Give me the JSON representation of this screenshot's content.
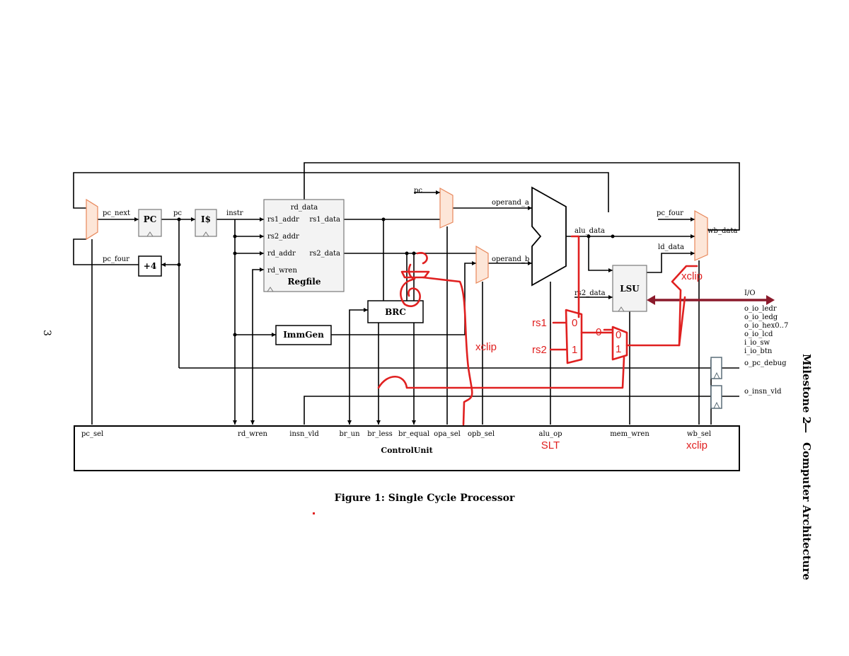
{
  "page_number": "3",
  "running_header": {
    "milestone": "Milestone 2",
    "separator": "—",
    "course": "Computer Architecture"
  },
  "caption": "Figure 1: Single Cycle Processor",
  "blocks": {
    "pc": "PC",
    "icache": "I$",
    "plus4": "+4",
    "immgen": "ImmGen",
    "brc": "BRC",
    "lsu": "LSU",
    "regfile": "Regfile",
    "control_unit": "ControlUnit"
  },
  "regfile_ports": {
    "rd_data": "rd_data",
    "rs1_addr": "rs1_addr",
    "rs1_data": "rs1_data",
    "rs2_addr": "rs2_addr",
    "rd_addr": "rd_addr",
    "rs2_data": "rs2_data",
    "rd_wren": "rd_wren"
  },
  "signals": {
    "pc_next": "pc_next",
    "pc": "pc",
    "instr": "instr",
    "pc_four_left": "pc_four",
    "pc_top": "pc",
    "operand_a": "operand_a",
    "operand_b": "operand_b",
    "alu_data": "alu_data",
    "pc_four_right": "pc_four",
    "ld_data": "ld_data",
    "wb_data": "wb_data",
    "rs2_data_lsu": "rs2_data",
    "io": "I/O"
  },
  "io_ports": [
    "o_io_ledr",
    "o_io_ledg",
    "o_io_hex0..7",
    "o_io_lcd",
    "i_io_sw",
    "i_io_btn"
  ],
  "debug_outputs": {
    "pc_debug": "o_pc_debug",
    "insn_vld": "o_insn_vld"
  },
  "control_signals": [
    "pc_sel",
    "rd_wren",
    "insn_vld",
    "br_un",
    "br_less",
    "br_equal",
    "opa_sel",
    "opb_sel",
    "alu_op",
    "mem_wren",
    "wb_sel"
  ],
  "annotations": {
    "xclip_top": "xclip",
    "xclip_middle": "xclip",
    "xclip_bottom": "xclip",
    "rs1": "rs1",
    "rs2": "rs2",
    "slt": "SLT",
    "mux_in0": "0",
    "mux_in1": "1",
    "mux2_in0": "0",
    "mux2_in1": "1",
    "mux2_label": "0"
  },
  "colors": {
    "mux_fill": "#fde6d8",
    "mux_stroke": "#e8875a",
    "annotation_red": "#e02020",
    "io_arrow": "#8b1a2b"
  }
}
